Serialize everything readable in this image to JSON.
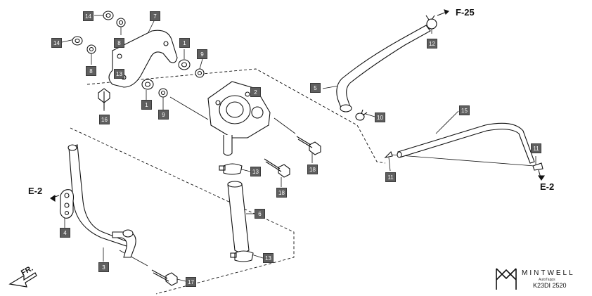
{
  "diagram": {
    "references": {
      "f25": "F-25",
      "e2_left": "E-2",
      "e2_right": "E-2",
      "front": "FR."
    },
    "brand": {
      "name": "MINTWELL",
      "subtext": "AutoTapps"
    },
    "diagram_code": "K23DI 2520",
    "callouts": {
      "c14a": "14",
      "c8a": "8",
      "c7": "7",
      "c14b": "14",
      "c8b": "8",
      "c13a": "13",
      "c1a": "1",
      "c9a": "9",
      "c16": "16",
      "c1b": "1",
      "c9b": "9",
      "c2": "2",
      "c5": "5",
      "c12": "12",
      "c10": "10",
      "c15": "15",
      "c11a": "11",
      "c11b": "11",
      "c18a": "18",
      "c13b": "13",
      "c18b": "18",
      "c6": "6",
      "c13c": "13",
      "c4": "4",
      "c3": "3",
      "c17": "17"
    }
  }
}
